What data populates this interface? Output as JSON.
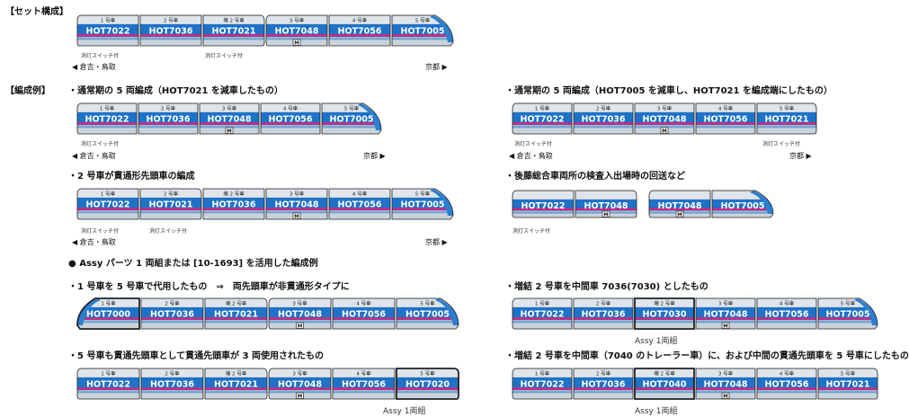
{
  "labels": {
    "set_composition": "【セット構成】",
    "formation_examples": "【編成例】",
    "direction_west": "◀ 倉吉・鳥取",
    "direction_east": "京都 ▶",
    "switch_tag": "消灯スイッチ付",
    "m_badge": "M",
    "assy": "Assy 1両組"
  },
  "captions": {
    "c1": "・通常期の 5 両編成（HOT7021 を減車したもの）",
    "c2": "・通常期の 5 両編成（HOT7005 を減車し、HOT7021 を編成端にしたもの）",
    "c3": "・2 号車が貫通形先頭車の編成",
    "c4": "・後藤総合車両所の検査入出場時の回送など",
    "assy_heading": "● Assy パーツ 1 両組または [10-1693] を活用した編成例",
    "c5": "・1 号車を 5 号車で代用したもの　⇒　両先頭車が非貫通形タイプに",
    "c6": "・増結 2 号車を中間車 7036(7030) としたもの",
    "c7": "・5 号車も貫通先頭車として貫通先頭車が 3 両使用されたもの",
    "c8": "・増結 2 号車を中間車（7040 のトレーラー車）に、および中間の貫通先頭車を 5 号車にしたもの"
  },
  "trains": {
    "set": [
      {
        "no": "1 号車",
        "id": "HOT7022",
        "shape": "blunt-l"
      },
      {
        "no": "2 号車",
        "id": "HOT7036",
        "shape": "mid"
      },
      {
        "no": "増 2 号車",
        "id": "HOT7021",
        "shape": "blunt-r"
      },
      {
        "no": "3 号車",
        "id": "HOT7048",
        "shape": "blunt-l",
        "m": true
      },
      {
        "no": "4 号車",
        "id": "HOT7056",
        "shape": "mid"
      },
      {
        "no": "5 号車",
        "id": "HOT7005",
        "shape": "nose-r"
      }
    ],
    "ex1": [
      {
        "no": "1 号車",
        "id": "HOT7022",
        "shape": "blunt-l"
      },
      {
        "no": "2 号車",
        "id": "HOT7036",
        "shape": "mid"
      },
      {
        "no": "3 号車",
        "id": "HOT7048",
        "shape": "mid",
        "m": true
      },
      {
        "no": "4 号車",
        "id": "HOT7056",
        "shape": "mid"
      },
      {
        "no": "5 号車",
        "id": "HOT7005",
        "shape": "nose-r"
      }
    ],
    "ex2": [
      {
        "no": "1 号車",
        "id": "HOT7022",
        "shape": "blunt-l"
      },
      {
        "no": "2 号車",
        "id": "HOT7036",
        "shape": "mid"
      },
      {
        "no": "3 号車",
        "id": "HOT7048",
        "shape": "mid",
        "m": true
      },
      {
        "no": "4 号車",
        "id": "HOT7056",
        "shape": "mid"
      },
      {
        "no": "5 号車",
        "id": "HOT7021",
        "shape": "blunt-r"
      }
    ],
    "ex3": [
      {
        "no": "1 号車",
        "id": "HOT7022",
        "shape": "blunt-l"
      },
      {
        "no": "2 号車",
        "id": "HOT7021",
        "shape": "blunt-r"
      },
      {
        "no": "増 2 号車",
        "id": "HOT7036",
        "shape": "mid"
      },
      {
        "no": "3 号車",
        "id": "HOT7048",
        "shape": "mid",
        "m": true
      },
      {
        "no": "4 号車",
        "id": "HOT7056",
        "shape": "mid"
      },
      {
        "no": "5 号車",
        "id": "HOT7005",
        "shape": "nose-r"
      }
    ],
    "ex4a": [
      {
        "id": "HOT7022",
        "shape": "blunt-l"
      },
      {
        "id": "HOT7048",
        "shape": "blunt-r",
        "m": true
      }
    ],
    "ex4b": [
      {
        "id": "HOT7048",
        "shape": "blunt-l",
        "m": true
      },
      {
        "id": "HOT7005",
        "shape": "nose-r"
      }
    ],
    "ex5": [
      {
        "no": "1 号車",
        "id": "HOT7000",
        "shape": "nose-l",
        "hl": true
      },
      {
        "no": "2 号車",
        "id": "HOT7036",
        "shape": "mid"
      },
      {
        "no": "増 2 号車",
        "id": "HOT7021",
        "shape": "blunt-r"
      },
      {
        "no": "3 号車",
        "id": "HOT7048",
        "shape": "blunt-l",
        "m": true
      },
      {
        "no": "4 号車",
        "id": "HOT7056",
        "shape": "mid"
      },
      {
        "no": "5 号車",
        "id": "HOT7005",
        "shape": "nose-r"
      }
    ],
    "ex6": [
      {
        "no": "1 号車",
        "id": "HOT7022",
        "shape": "blunt-l"
      },
      {
        "no": "2 号車",
        "id": "HOT7036",
        "shape": "mid"
      },
      {
        "no": "増 2 号車",
        "id": "HOT7030",
        "shape": "mid",
        "hl": true
      },
      {
        "no": "3 号車",
        "id": "HOT7048",
        "shape": "mid",
        "m": true
      },
      {
        "no": "4 号車",
        "id": "HOT7056",
        "shape": "mid"
      },
      {
        "no": "5 号車",
        "id": "HOT7005",
        "shape": "nose-r"
      }
    ],
    "ex7": [
      {
        "no": "1 号車",
        "id": "HOT7022",
        "shape": "blunt-l"
      },
      {
        "no": "2 号車",
        "id": "HOT7036",
        "shape": "mid"
      },
      {
        "no": "増 2 号車",
        "id": "HOT7021",
        "shape": "blunt-r"
      },
      {
        "no": "3 号車",
        "id": "HOT7048",
        "shape": "blunt-l",
        "m": true
      },
      {
        "no": "4 号車",
        "id": "HOT7056",
        "shape": "mid"
      },
      {
        "no": "5 号車",
        "id": "HOT7020",
        "shape": "blunt-r",
        "hl": true
      }
    ],
    "ex8": [
      {
        "no": "1 号車",
        "id": "HOT7022",
        "shape": "blunt-l"
      },
      {
        "no": "2 号車",
        "id": "HOT7036",
        "shape": "mid"
      },
      {
        "no": "増 2 号車",
        "id": "HOT7040",
        "shape": "mid",
        "hl": true
      },
      {
        "no": "3 号車",
        "id": "HOT7048",
        "shape": "mid",
        "m": true
      },
      {
        "no": "4 号車",
        "id": "HOT7056",
        "shape": "mid"
      },
      {
        "no": "5 号車",
        "id": "HOT7021",
        "shape": "blunt-r"
      }
    ]
  },
  "colors": {
    "car_body": "#c9d3db",
    "blue_stripe": "#1e72c8",
    "magenta_band": "#d0287c",
    "id_text": "#ffffff",
    "outline": "#222222",
    "nose_blue": "#2a7fd0"
  }
}
